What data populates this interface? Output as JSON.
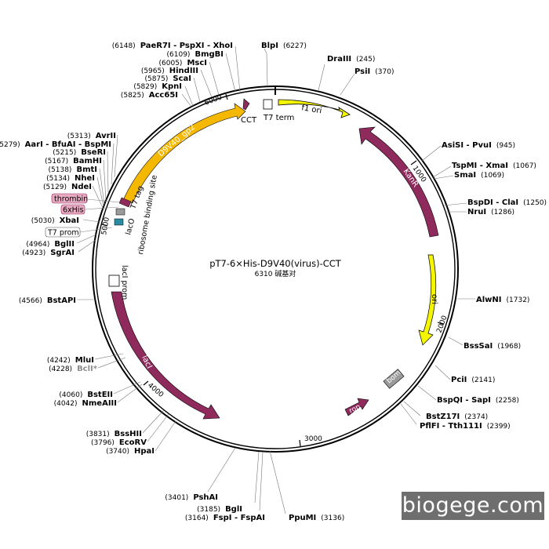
{
  "plasmid": {
    "name": "pT7-6×His-D9V40(virus)-CCT",
    "size_label": "6310 碱基对",
    "length": 6310
  },
  "ticks": [
    "1000",
    "2000",
    "3000",
    "4000",
    "5000",
    "6000"
  ],
  "colors": {
    "kanr": "#8e2a5c",
    "laci": "#8e2a5c",
    "rop": "#8e2a5c",
    "d9v40": "#f5b800",
    "f1ori": "#f5f500",
    "ori": "#f5f500",
    "bom": "#9a9a9a",
    "laco": "#9a9a9a",
    "rbs": "#2b8aa0",
    "tag_bg": "#e8aac0"
  },
  "features": {
    "f1_ori": "f1 ori",
    "kanr": "KanR",
    "ori": "ori",
    "rop": "rop",
    "bom": "bom",
    "laci": "lacI",
    "laci_prom": "lacI prom",
    "d9v40": "D9V40_gp2",
    "cct": "CCT",
    "t7_term": "T7 term",
    "t7_tag": "T7 tag",
    "laco": "lacO",
    "rbs": "ribosome binding site",
    "thrombin": "thrombin",
    "his": "6xHis",
    "t7_prom": "T7 prom"
  },
  "sites": [
    {
      "name": "BlpI",
      "pos": "(6227)"
    },
    {
      "name": "DraIII",
      "pos": "(245)"
    },
    {
      "name": "PsiI",
      "pos": "(370)"
    },
    {
      "name": "AsiSI - PvuI",
      "pos": "(945)"
    },
    {
      "name": "TspMI - XmaI",
      "pos": "(1067)"
    },
    {
      "name": "SmaI",
      "pos": "(1069)"
    },
    {
      "name": "BspDI - ClaI",
      "pos": "(1250)"
    },
    {
      "name": "NruI",
      "pos": "(1286)"
    },
    {
      "name": "AlwNI",
      "pos": "(1732)"
    },
    {
      "name": "BssSaI",
      "pos": "(1968)"
    },
    {
      "name": "PciI",
      "pos": "(2141)"
    },
    {
      "name": "BspQI - SapI",
      "pos": "(2258)"
    },
    {
      "name": "BstZ17I",
      "pos": "(2374)"
    },
    {
      "name": "PflFI - Tth111I",
      "pos": "(2399)"
    },
    {
      "name": "PpuMI",
      "pos": "(3136)"
    },
    {
      "name": "FspI - FspAI",
      "pos": "(3164)"
    },
    {
      "name": "BglI",
      "pos": "(3185)"
    },
    {
      "name": "PshAI",
      "pos": "(3401)"
    },
    {
      "name": "HpaI",
      "pos": "(3740)"
    },
    {
      "name": "EcoRV",
      "pos": "(3796)"
    },
    {
      "name": "BssHII",
      "pos": "(3831)"
    },
    {
      "name": "NmeAIII",
      "pos": "(4042)"
    },
    {
      "name": "BstEII",
      "pos": "(4060)"
    },
    {
      "name": "BclI*",
      "pos": "(4228)"
    },
    {
      "name": "MluI",
      "pos": "(4242)"
    },
    {
      "name": "BstAPI",
      "pos": "(4566)"
    },
    {
      "name": "SgrAI",
      "pos": "(4923)"
    },
    {
      "name": "BglII",
      "pos": "(4964)"
    },
    {
      "name": "XbaI",
      "pos": "(5030)"
    },
    {
      "name": "NdeI",
      "pos": "(5129)"
    },
    {
      "name": "NheI",
      "pos": "(5134)"
    },
    {
      "name": "BmtI",
      "pos": "(5138)"
    },
    {
      "name": "BamHI",
      "pos": "(5167)"
    },
    {
      "name": "BseRI",
      "pos": "(5215)"
    },
    {
      "name": "AarI - BfuAI - BspMI",
      "pos": "(5279)"
    },
    {
      "name": "AvrII",
      "pos": "(5313)"
    },
    {
      "name": "Acc65I",
      "pos": "(5825)"
    },
    {
      "name": "KpnI",
      "pos": "(5829)"
    },
    {
      "name": "ScaI",
      "pos": "(5875)"
    },
    {
      "name": "HindIII",
      "pos": "(5965)"
    },
    {
      "name": "MscI",
      "pos": "(6005)"
    },
    {
      "name": "BmgBI",
      "pos": "(6109)"
    },
    {
      "name": "PaeR7I - PspXI - XhoI",
      "pos": "(6148)"
    }
  ],
  "watermark": "biogege.com"
}
